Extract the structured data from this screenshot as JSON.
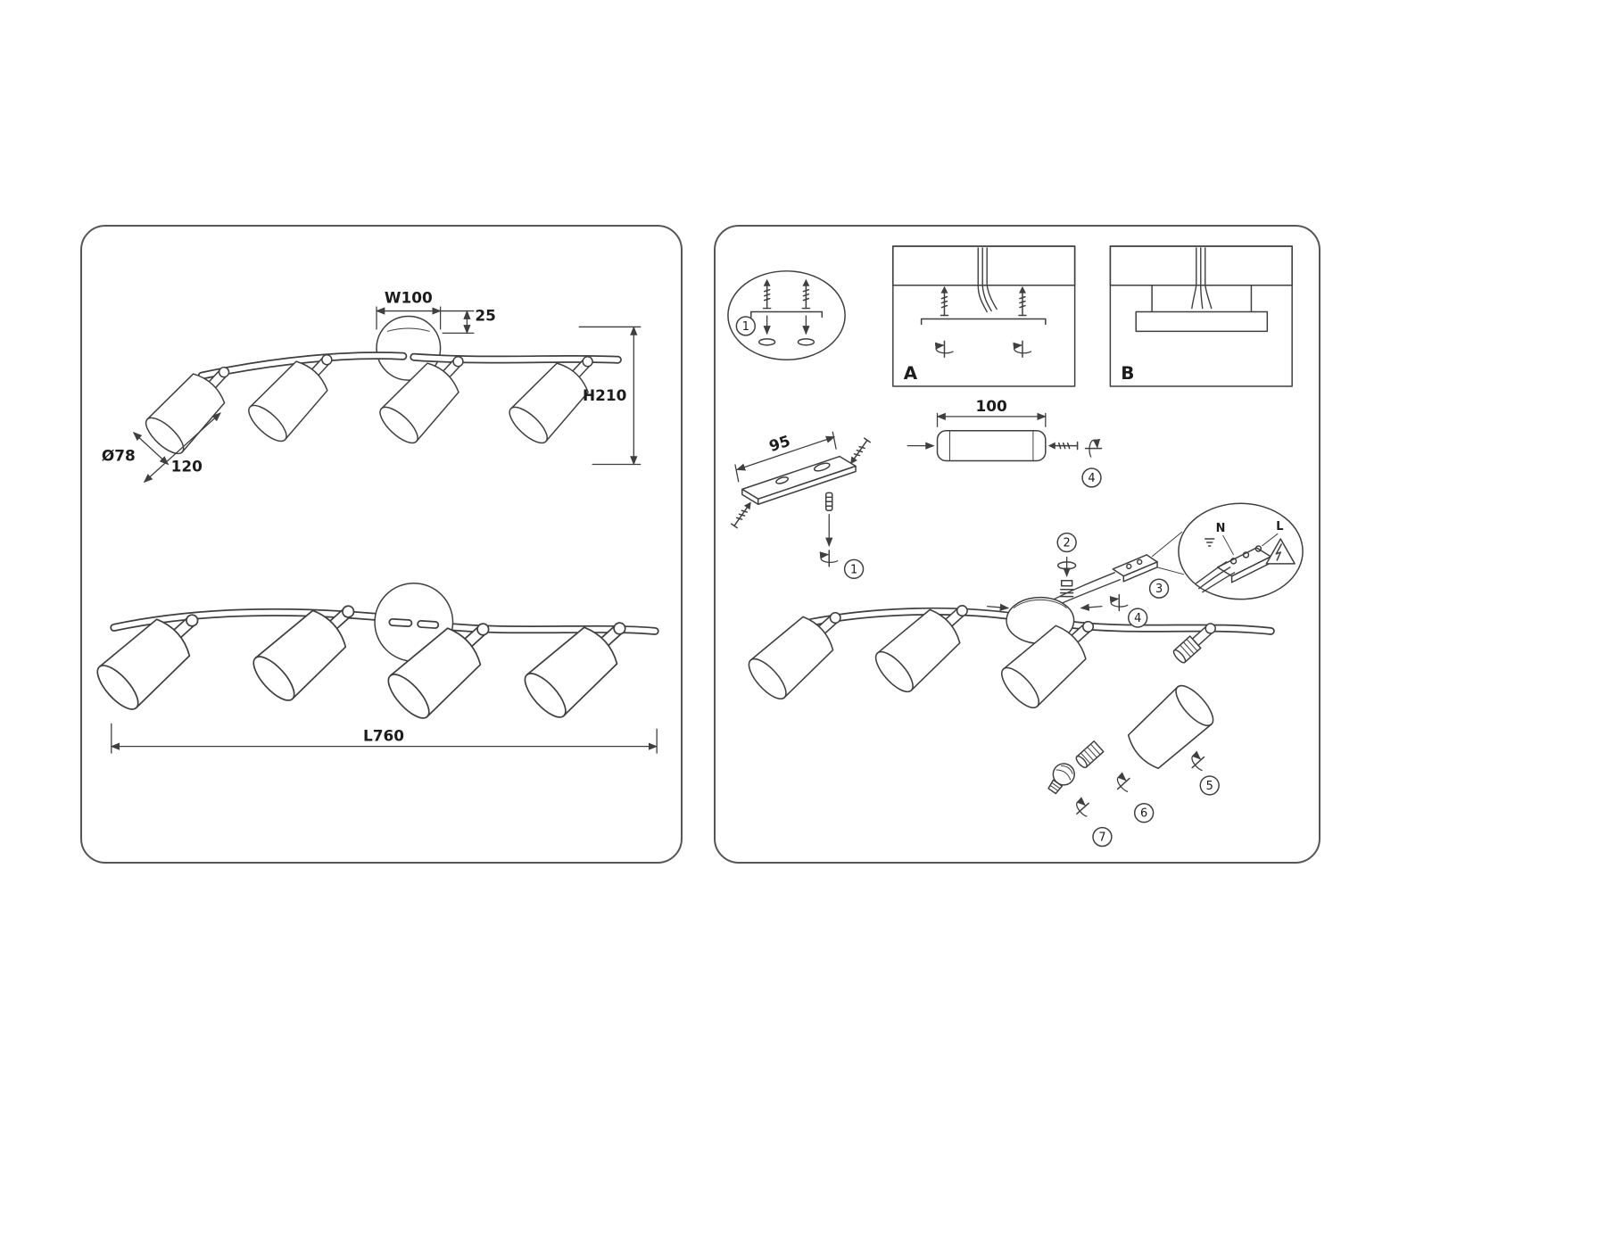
{
  "colors": {
    "line": "#3f3f3f",
    "background": "#ffffff"
  },
  "dimensions_panel": {
    "canopy_width": "W100",
    "canopy_height": "25",
    "fixture_height": "H210",
    "shade_diameter": "Ø78",
    "shade_length": "120",
    "fixture_length": "L760"
  },
  "installation_panel": {
    "option_a": "A",
    "option_b": "B",
    "bracket_width": "95",
    "rod_length": "100",
    "wire_neutral": "N",
    "wire_live": "L",
    "steps": {
      "s1": "1",
      "s2": "2",
      "s3": "3",
      "s4": "4",
      "s5": "5",
      "s6": "6",
      "s7": "7"
    }
  }
}
